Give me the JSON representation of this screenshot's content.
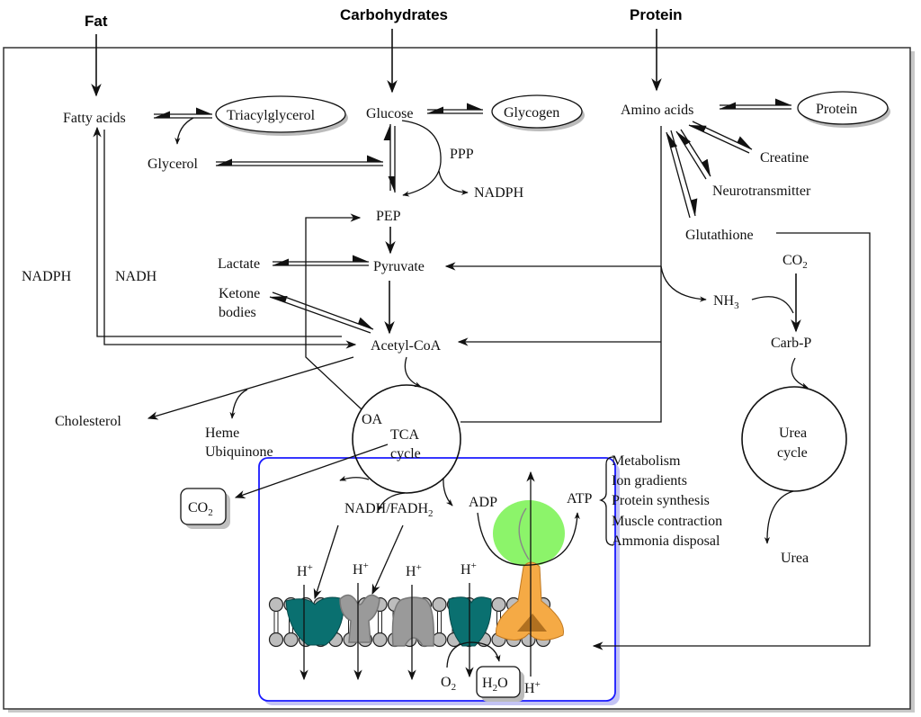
{
  "title": "Overview of cellular metabolism",
  "sources": {
    "fat": "Fat",
    "carbohydrates": "Carbohydrates",
    "protein": "Protein"
  },
  "nodes": {
    "fatty_acids": "Fatty acids",
    "triacylglycerol": "Triacylglycerol",
    "glycerol": "Glycerol",
    "glucose": "Glucose",
    "glycogen": "Glycogen",
    "ppp": "PPP",
    "nadph_ppp": "NADPH",
    "pep": "PEP",
    "lactate": "Lactate",
    "pyruvate": "Pyruvate",
    "ketone_bodies_1": "Ketone",
    "ketone_bodies_2": "bodies",
    "acetyl_coa": "Acetyl-CoA",
    "nadph_left": "NADPH",
    "nadh_left": "NADH",
    "cholesterol": "Cholesterol",
    "heme": "Heme",
    "ubiquinone": "Ubiquinone",
    "oa": "OA",
    "tca_1": "TCA",
    "tca_2": "cycle",
    "co2_box": "CO",
    "co2_box_sub": "2",
    "amino_acids": "Amino acids",
    "protein_store": "Protein",
    "creatine": "Creatine",
    "neurotransmitter": "Neurotransmitter",
    "glutathione": "Glutathione",
    "co2_urea": "CO",
    "co2_urea_sub": "2",
    "nh3": "NH",
    "nh3_sub": "3",
    "carb_p": "Carb-P",
    "urea_cycle_1": "Urea",
    "urea_cycle_2": "cycle",
    "urea": "Urea"
  },
  "etc": {
    "nadh_fadh2": "NADH/FADH",
    "nadh_fadh2_sub": "2",
    "h_plus": "H",
    "h_plus_sup": "+",
    "o2": "O",
    "o2_sub": "2",
    "h2o_a": "H",
    "h2o_sub": "2",
    "h2o_b": "O",
    "adp": "ADP",
    "atp": "ATP"
  },
  "atp_uses": [
    "Metabolism",
    "Ion gradients",
    "Protein synthesis",
    "Muscle contraction",
    "Ammonia disposal"
  ],
  "colors": {
    "mito_box": "#1a1aff",
    "mito_shadow": "#b8b8f0",
    "complex_teal": "#0a7070",
    "complex_gray": "#9a9a9a",
    "f1_green": "#8cf46a",
    "f0_orange": "#f5aa45",
    "lipid": "#bdbdbd"
  }
}
